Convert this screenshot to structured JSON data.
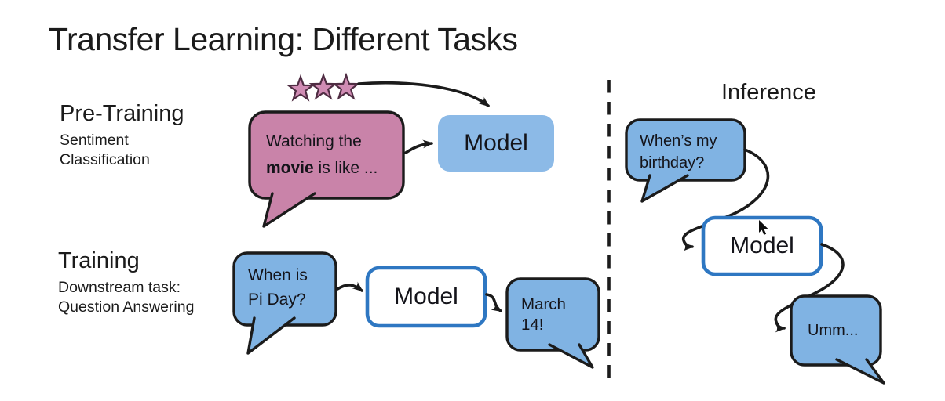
{
  "title": "Transfer Learning: Different Tasks",
  "colors": {
    "ink": "#1b1b1b",
    "pink": "#c983a9",
    "star-fill": "#d08cb4",
    "star-outline": "#4f2d43",
    "blue": "#80b3e3",
    "model-fill": "#8cbae7",
    "model-border": "#2e77c2",
    "bg": "#ffffff",
    "text": "#14141a"
  },
  "icons": {
    "rating": "star-icon",
    "rating_count": 3,
    "pointer": "cursor-arrow-icon"
  },
  "sections": {
    "pretraining": {
      "heading": "Pre-Training",
      "subtitle1": "Sentiment",
      "subtitle2": "Classification",
      "bubble": {
        "line1": "Watching the",
        "line2_bold": "movie",
        "line2_rest": " is like ..."
      },
      "model_label": "Model"
    },
    "training": {
      "heading": "Training",
      "subtitle1": "Downstream task:",
      "subtitle2": "Question Answering",
      "question": {
        "line1": "When is",
        "line2": "Pi Day?"
      },
      "model_label": "Model",
      "answer": {
        "line1": "March",
        "line2": "14!"
      }
    },
    "inference": {
      "heading": "Inference",
      "question": {
        "line1": "When’s my",
        "line2": "birthday?"
      },
      "model_label": "Model",
      "answer": "Umm..."
    }
  }
}
